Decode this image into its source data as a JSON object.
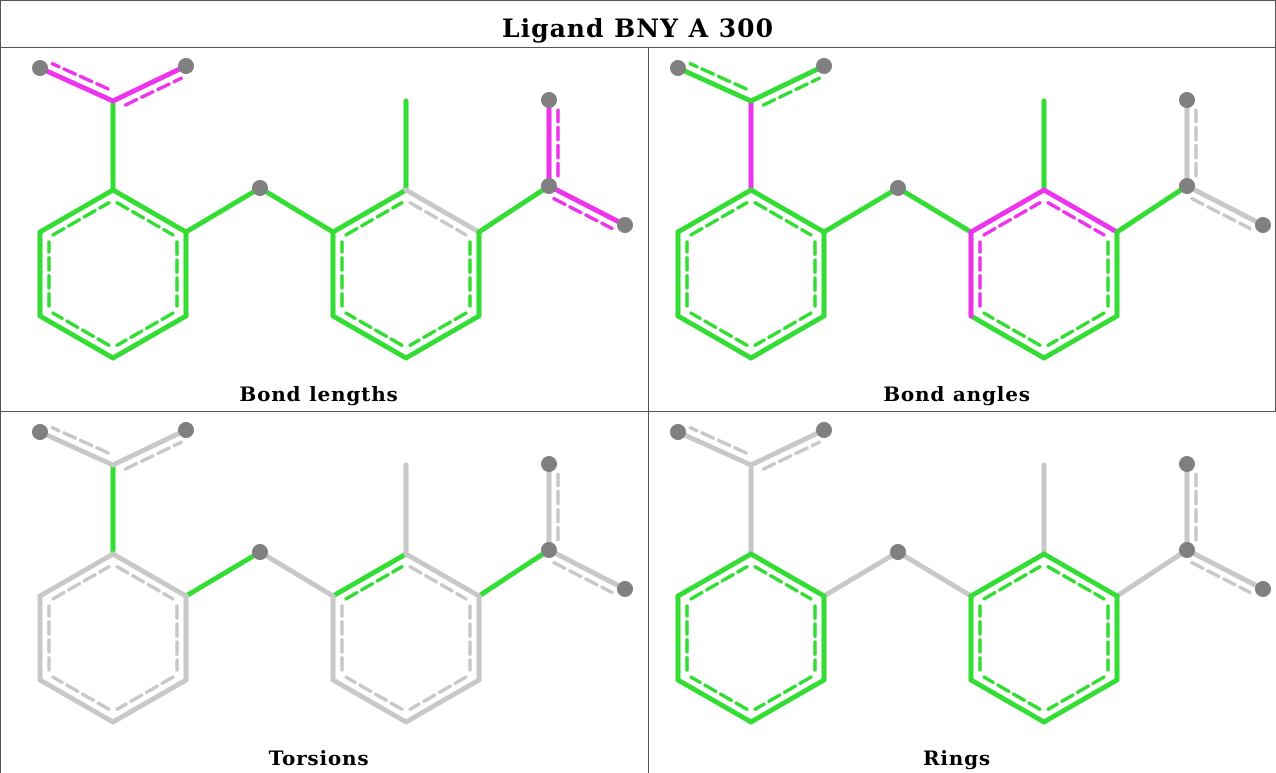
{
  "title": "Ligand BNY A 300",
  "colors": {
    "good": "#33dd33",
    "outlier": "#ee33ee",
    "neutral": "#c8c8c8",
    "atom": "#808080",
    "border": "#555555"
  },
  "panels": [
    {
      "caption": "Bond lengths",
      "outlier_bonds": [
        "B3",
        "B4",
        "M2",
        "M3"
      ],
      "neutral_bonds": [
        "B5"
      ]
    },
    {
      "caption": "Bond angles",
      "outlier_bonds": [
        "B1",
        "L1",
        "B5",
        "B6"
      ],
      "neutral_bonds": [
        "M2",
        "M3"
      ]
    },
    {
      "caption": "Torsions",
      "green_bonds": [
        "B1",
        "L1",
        "L2",
        "L4"
      ]
    },
    {
      "caption": "Rings",
      "green_bonds": [
        "R1",
        "R2"
      ]
    }
  ]
}
